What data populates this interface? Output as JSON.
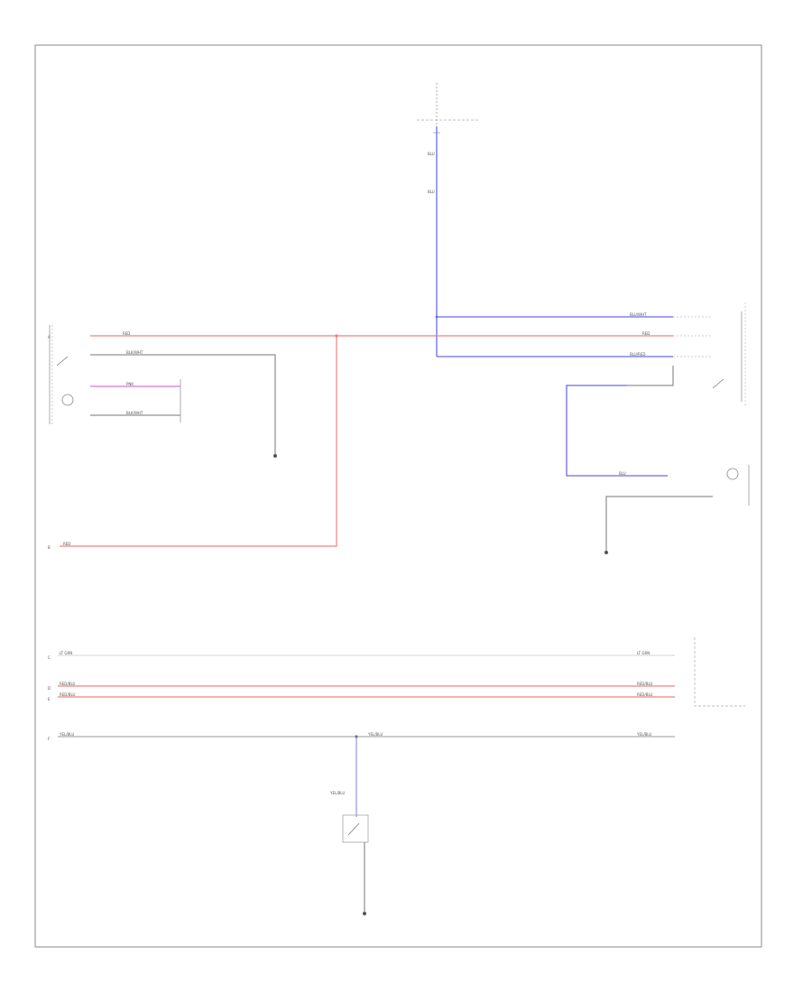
{
  "diagram": {
    "footer_code": "",
    "wire_colors": {
      "red": "#f07a7a",
      "blue": "#6060e6",
      "pink": "#e070e0",
      "dark": "#777777",
      "faint": "#bbbbbb",
      "frame": "#888888"
    },
    "top_source": {
      "line1": "",
      "line2": ""
    },
    "top_fuse": {
      "line1": "",
      "line2": "",
      "line3": "",
      "note": "",
      "code": ""
    },
    "left_module": {
      "caption": ""
    },
    "relay_module": {
      "caption": ""
    },
    "lamp": {
      "caption": ""
    },
    "switch_bottom": {
      "caption": ""
    },
    "grounds": [
      {
        "code": "",
        "caption": ""
      },
      {
        "code": "",
        "caption": ""
      },
      {
        "code": "",
        "caption": ""
      }
    ],
    "right_module": {
      "caption": ""
    },
    "right_ref": {
      "caption": ""
    },
    "row_letters": [
      "A",
      "B",
      "C",
      "D",
      "E",
      "F"
    ],
    "wire_labels": {
      "red_top": "RED",
      "red_bottom": "RED",
      "blue_1": "BLU/WHT",
      "blue_2": "RED",
      "blue_3": "BLU/RED",
      "blue_4": "BLU",
      "blue_5": "BLU",
      "pink": "PNK",
      "dark_1": "BLK/WHT",
      "dark_2": "BLK/WHT",
      "bus_1": "LT GRN",
      "bus_2": "RED/BLU",
      "bus_3": "RED/BLU",
      "bus_4": "YEL/BLU"
    }
  }
}
